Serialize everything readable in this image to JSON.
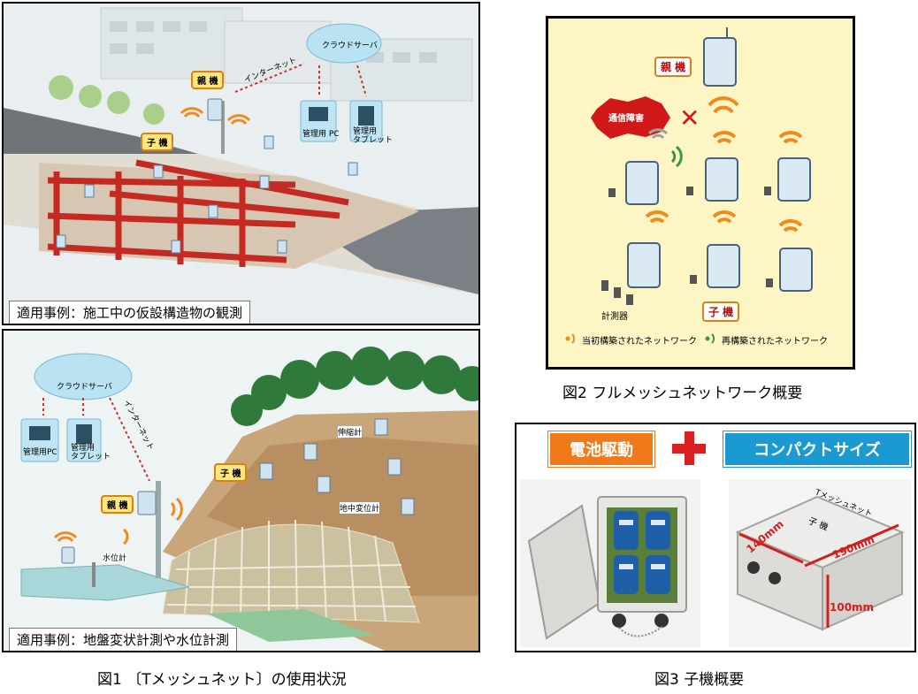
{
  "figure1": {
    "panel_top": {
      "cloud_label": "クラウドサーバ",
      "internet_label": "インターネット",
      "parent_tag": "親 機",
      "child_tag": "子 機",
      "pc_label": "管理用 PC",
      "tablet_label": "管理用\nタブレット",
      "case_label": "適用事例：施工中の仮設構造物の観測"
    },
    "panel_bottom": {
      "cloud_label": "クラウドサーバ",
      "internet_label": "インターネット",
      "pc_label": "管理用PC",
      "tablet_label": "管理用\nタブレット",
      "parent_tag": "親 機",
      "child_tag": "子 機",
      "extensometer_label": "伸縮計",
      "inclinometer_label": "地中変位計",
      "water_gauge_label": "水位計",
      "case_label": "適用事例：地盤変状計測や水位計測"
    },
    "caption": "図1 〔Tメッシュネット〕の使用状況"
  },
  "figure2": {
    "parent_tag": "親 機",
    "failure_tag": "通信障害",
    "child_tag": "子 機",
    "sensor_label": "計測器",
    "legend_initial": "当初構築されたネットワーク",
    "legend_rebuilt": "再構築されたネットワーク",
    "caption": "図2 フルメッシュネットワーク概要",
    "colors": {
      "initial": "#f08a1c",
      "rebuilt": "#3a9a3a",
      "failure": "#d01818"
    }
  },
  "figure3": {
    "badge_battery": "電池駆動",
    "badge_compact": "コンパクトサイズ",
    "dim_depth": "140mm",
    "dim_width": "190mm",
    "dim_height": "100mm",
    "device_label": "Tメッシュネット",
    "device_child": "子 機",
    "caption": "図3 子機概要",
    "colors": {
      "battery_badge": "#f07a1a",
      "compact_badge": "#1a9ad0",
      "plus": "#d82020"
    }
  }
}
